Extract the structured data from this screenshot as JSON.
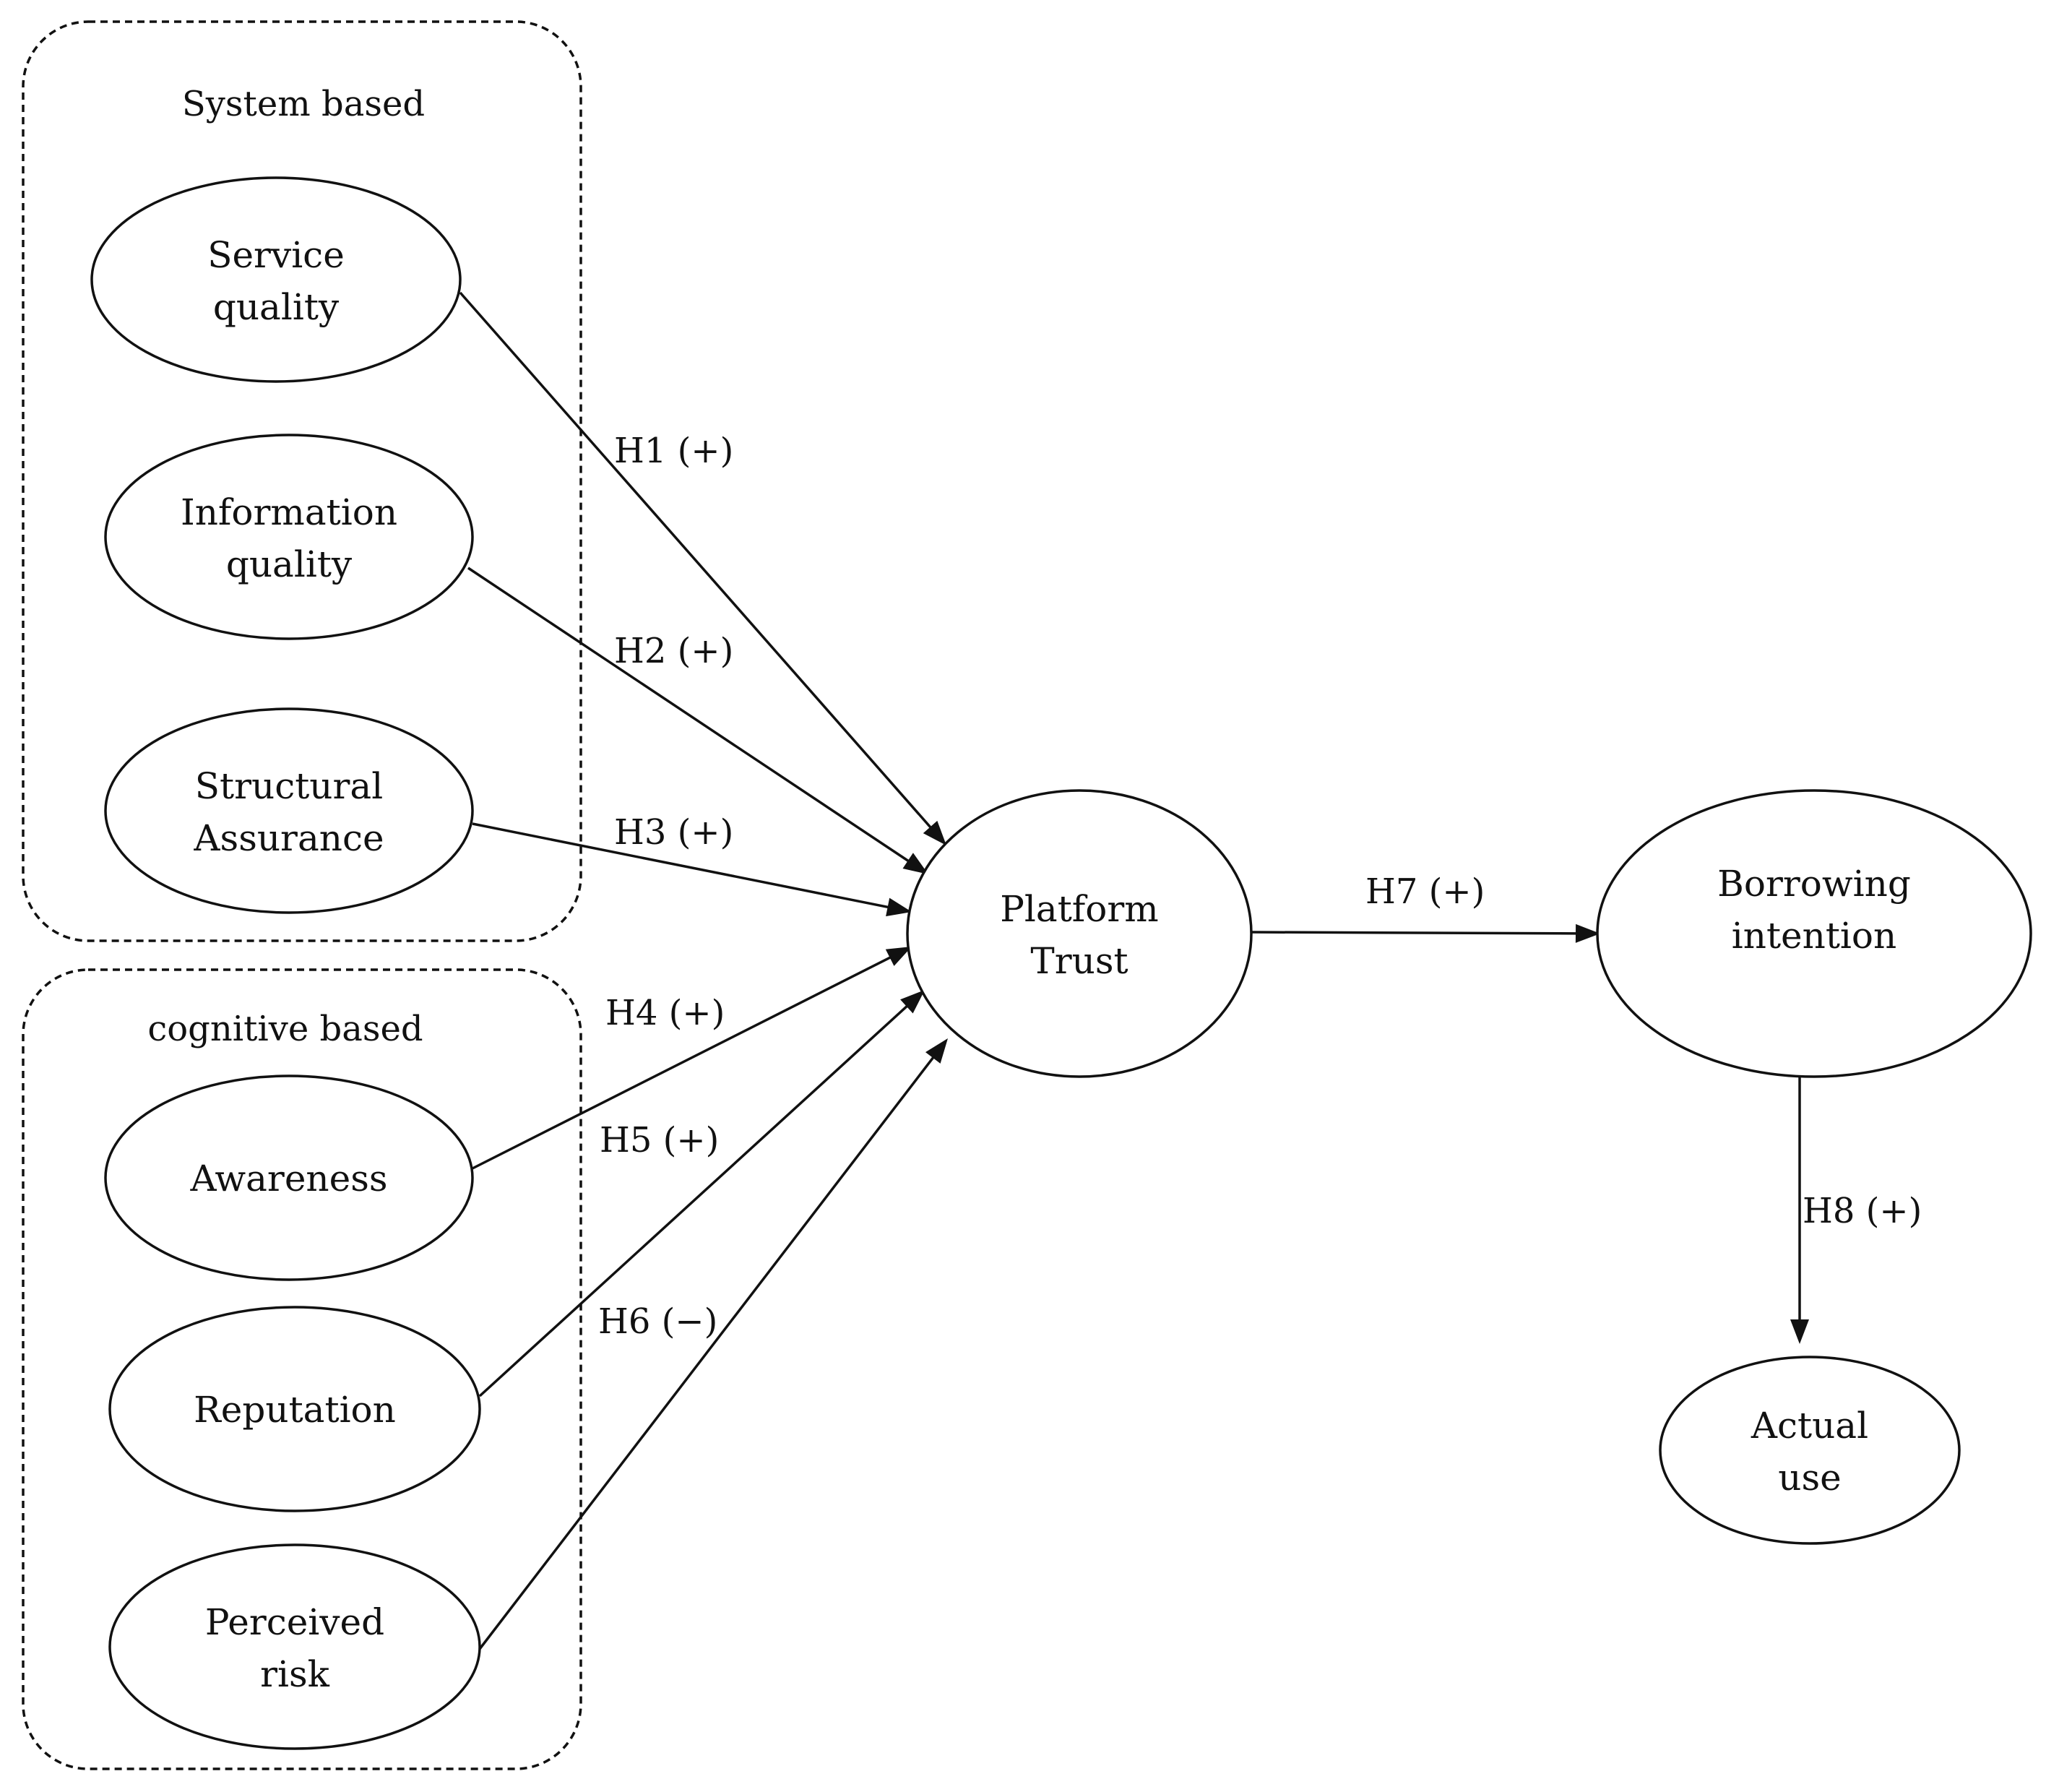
{
  "groups": [
    {
      "id": "system",
      "label": "System based"
    },
    {
      "id": "cognitive",
      "label": "cognitive based"
    }
  ],
  "nodes": [
    {
      "id": "service_quality",
      "lines": [
        "Service",
        "quality"
      ]
    },
    {
      "id": "information_quality",
      "lines": [
        "Information",
        "quality"
      ]
    },
    {
      "id": "structural_assurance",
      "lines": [
        "Structural",
        "Assurance"
      ]
    },
    {
      "id": "awareness",
      "lines": [
        "Awareness"
      ]
    },
    {
      "id": "reputation",
      "lines": [
        "Reputation"
      ]
    },
    {
      "id": "perceived_risk",
      "lines": [
        "Perceived",
        "risk"
      ]
    },
    {
      "id": "platform_trust",
      "lines": [
        "Platform",
        "Trust"
      ]
    },
    {
      "id": "borrowing_intention",
      "lines": [
        "Borrowing",
        "intention"
      ]
    },
    {
      "id": "actual_use",
      "lines": [
        "Actual",
        "use"
      ]
    }
  ],
  "edges": [
    {
      "id": "h1",
      "from": "service_quality",
      "to": "platform_trust",
      "label": "H1 (+)"
    },
    {
      "id": "h2",
      "from": "information_quality",
      "to": "platform_trust",
      "label": "H2 (+)"
    },
    {
      "id": "h3",
      "from": "structural_assurance",
      "to": "platform_trust",
      "label": "H3 (+)"
    },
    {
      "id": "h4",
      "from": "awareness",
      "to": "platform_trust",
      "label": "H4 (+)"
    },
    {
      "id": "h5",
      "from": "reputation",
      "to": "platform_trust",
      "label": "H5 (+)"
    },
    {
      "id": "h6",
      "from": "perceived_risk",
      "to": "platform_trust",
      "label": "H6 (−)"
    },
    {
      "id": "h7",
      "from": "platform_trust",
      "to": "borrowing_intention",
      "label": "H7 (+)"
    },
    {
      "id": "h8",
      "from": "borrowing_intention",
      "to": "actual_use",
      "label": "H8 (+)"
    }
  ]
}
